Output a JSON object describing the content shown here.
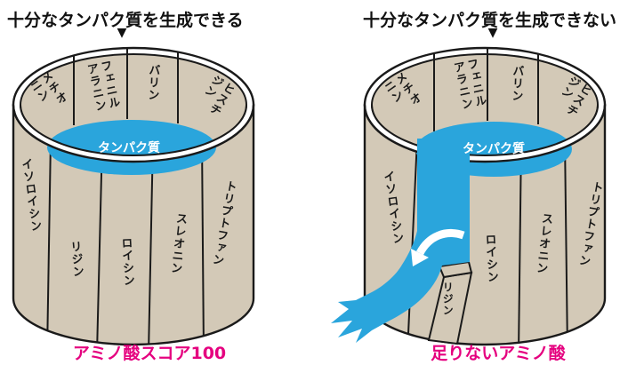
{
  "colors": {
    "barrel_tan": "#d3c9b7",
    "water_blue": "#2aa5dc",
    "caption_pink": "#e5007f",
    "outline": "#1a1a1a"
  },
  "left_panel": {
    "title": "十分なタンパク質を生成できる",
    "marker": "▼",
    "caption": "アミノ酸スコア100",
    "water_label": "タンパク質",
    "back_staves": [
      "メチオニン",
      "フェニルアラニン",
      "バリン",
      "ヒスチジン"
    ],
    "front_staves": [
      "イソロイシン",
      "リジン",
      "ロイシン",
      "スレオニン",
      "トリプトファン"
    ]
  },
  "right_panel": {
    "title": "十分なタンパク質を生成できない",
    "marker": "▼",
    "caption": "足りないアミノ酸",
    "water_label": "タンパク質",
    "back_staves": [
      "メチオニン",
      "フェニルアラニン",
      "バリン",
      "ヒスチジン"
    ],
    "front_staves": [
      "イソロイシン",
      "リジン",
      "ロイシン",
      "スレオニン",
      "トリプトファン"
    ]
  }
}
